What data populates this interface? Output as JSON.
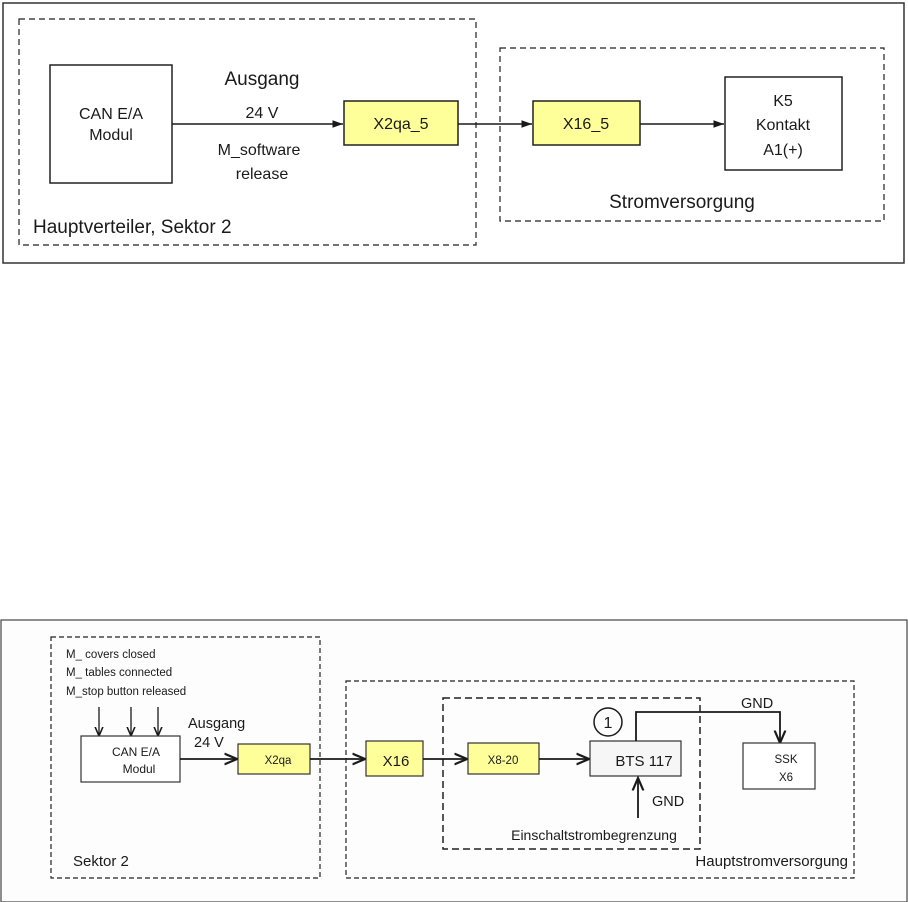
{
  "diagram1": {
    "groups": {
      "hauptverteiler": "Hauptverteiler, Sektor 2",
      "stromversorgung": "Stromversorgung"
    },
    "blocks": {
      "can_module": [
        "CAN E/A",
        "Modul"
      ],
      "x2qa_5": "X2qa_5",
      "x16_5": "X16_5",
      "k5": [
        "K5",
        "Kontakt",
        "A1(+)"
      ]
    },
    "edge_labels": {
      "output": [
        "Ausgang",
        "24 V"
      ],
      "signal": [
        "M_software",
        "release"
      ]
    }
  },
  "diagram2": {
    "groups": {
      "sektor": "Sektor 2",
      "hauptstromversorgung": "Hauptstromversorgung",
      "einschalt": "Einschaltstrombegrenzung"
    },
    "inputs": [
      "M_ covers closed",
      "M_ tables connected",
      "M_stop button released"
    ],
    "blocks": {
      "can_module": [
        "CAN E/A",
        "Modul"
      ],
      "x2qa": "X2qa",
      "x16": "X16",
      "x8_20": "X8-20",
      "bts": "BTS 117",
      "ssk": [
        "SSK",
        "X6"
      ]
    },
    "edge_labels": {
      "output": [
        "Ausgang",
        "24 V"
      ],
      "gnd_top": "GND",
      "gnd_bottom": "GND"
    },
    "marker": "1"
  },
  "colors": {
    "connector_fill": "#ffff99",
    "line": "#1a1a1a"
  }
}
